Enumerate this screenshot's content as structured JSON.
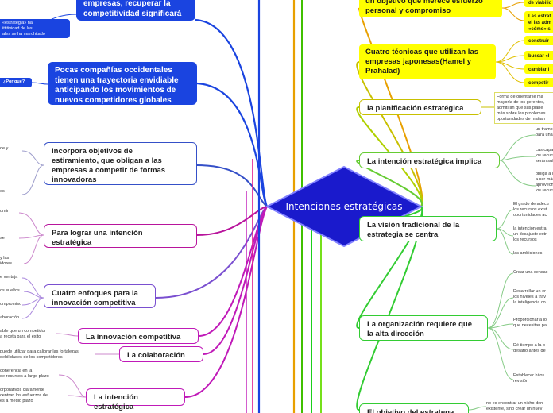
{
  "center": {
    "title": "Intenciones estratégicas"
  },
  "left": {
    "top_note": "«estrategia» ha\nittitividad de las\nales se ha marchitado",
    "top_node": "empresas, recuperar la\ncompetitividad significará",
    "why_label": "¿Por qué?",
    "pocas": "Pocas compañías occidentales\ntienen una trayectoria envidiable\nanticipando los movimientos de\nnuevos competidores globales",
    "incorpora": "Incorpora objetivos de\nestiramiento, que obligan a las\nempresas a competir de formas\ninnovadoras",
    "incorpora_notes": [
      "de y",
      "es"
    ],
    "para_lograr": "Para lograr una intención\nestratégica",
    "para_lograr_notes": [
      "umir",
      "se",
      "y las\nidores"
    ],
    "cuatro_enfoques": "Cuatro enfoques para la\ninnovación competitiva",
    "enfoques_notes": [
      "e ventaja",
      "os sueltos",
      "ompromiso",
      "aboración"
    ],
    "innovacion": "La innovación competitiva",
    "innovacion_note": "able que un competidor\na receta para el éxito",
    "colaboracion": "La colaboración",
    "colaboracion_note": "puede utilizar para calibrar las fortalezas\ndebilidades de los competidores",
    "intencion": "La intención estratégica",
    "intencion_notes": [
      "coherencia en la\nde recursos a largo plazo",
      "orporativos claramente\ncentran los esfuerzos de\nes a medio plazo"
    ]
  },
  "right": {
    "esfuerzo": "un objetivo que merece esfuerzo\npersonal y compromiso",
    "esfuerzo_notes": [
      "de viabilid",
      "Las estrat\nel las adm\n«cómo» s"
    ],
    "cuatro_tecnicas": "Cuatro técnicas que utilizan las\nempresas japonesas(Hamel y\nPrahalad)",
    "tecnicas_items": [
      "construir",
      "buscar «l",
      "cambiar l",
      "competir"
    ],
    "planificacion": "la planificación estratégica",
    "planificacion_note": "Forma de orientarse má\nmayoría de los gerentes,\nadmitirán que sus plane\nmás sobre los problemas\noportunidades de mañan",
    "implica": "La intención estratégica implica",
    "implica_notes": [
      "un tramo consi\npara una organ",
      "Las capacidades\nlos recursos actual\nserán suficient",
      "obliga a la orga\na ser más inven\naprovechar al m\nlos recursos lim"
    ],
    "vision": "La visión tradicional de la\nestrategia se centra",
    "vision_notes": [
      "El grado de adecu\nlos recursos exist\noportunidades ac",
      "la intención estra\nun desajuste extr\nlos recursos",
      "las ambiciones"
    ],
    "organizacion": "La organización requiere que\nla alta dirección",
    "organizacion_notes": [
      "Crear una sensac",
      "Desarrollar un er\nlos niveles a trav\nla inteligencia co",
      "Proporcionar a lo\nque necesitan pa",
      "Dé tiempo a la o\ndesafío antes de",
      "Establecer hitos\nrevisión"
    ],
    "objetivo": "El objetivo del estratega",
    "objetivo_note": "no es encontrar un nicho den\nexistente, sino crear un nuev"
  }
}
